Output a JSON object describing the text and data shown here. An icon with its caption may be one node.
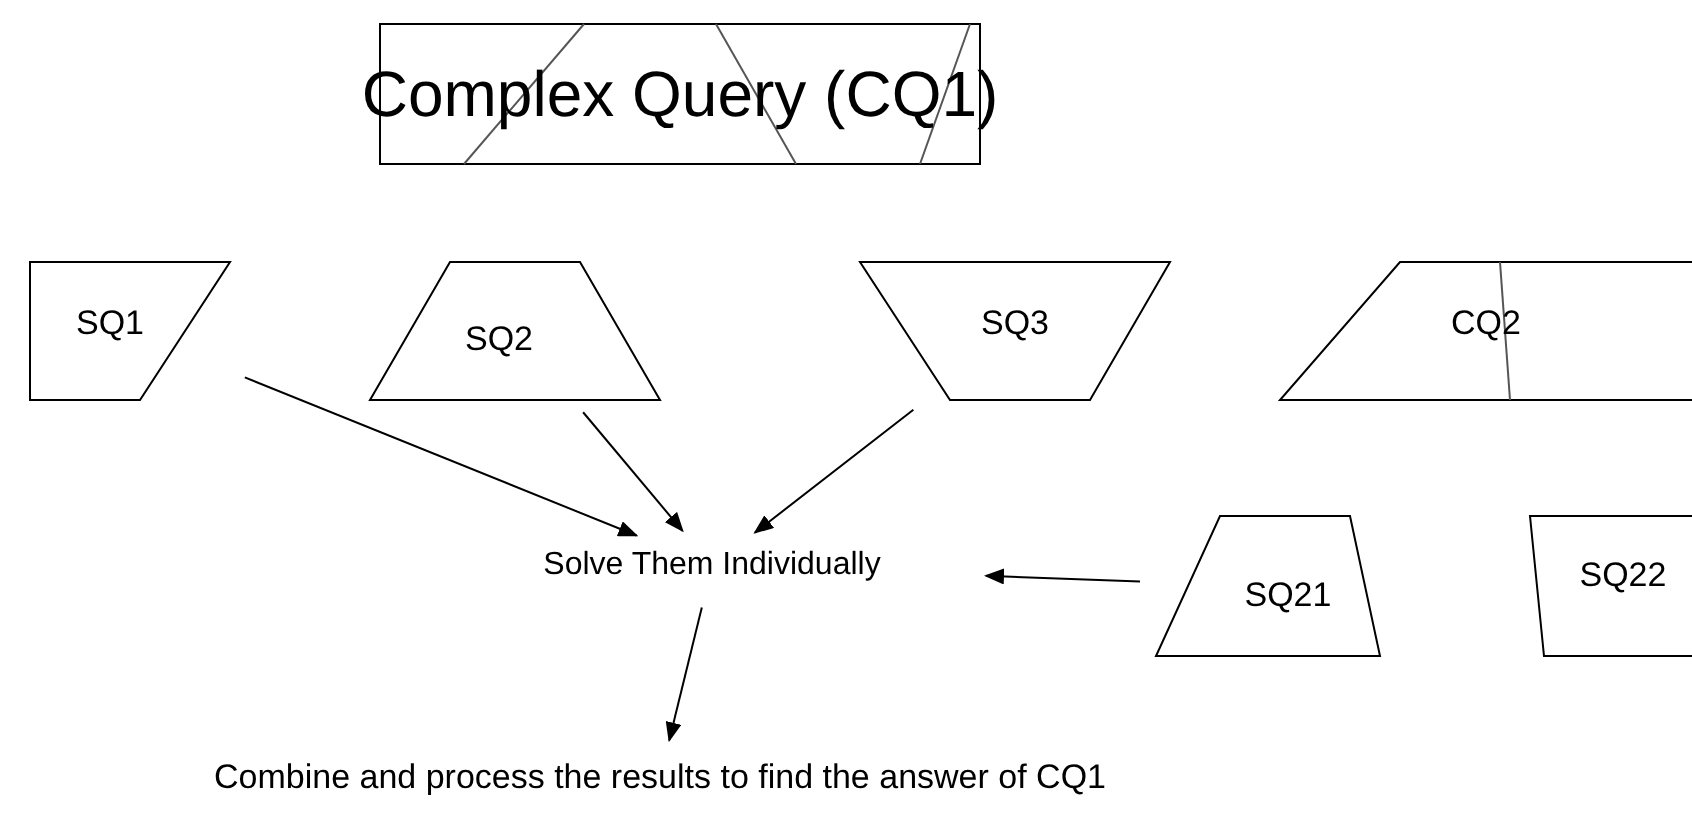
{
  "diagram": {
    "nodes": [
      {
        "text": [
          "Complex Query (CQ1)"
        ]
      },
      {
        "text": [
          "SQ1"
        ]
      },
      {
        "text": [
          "SQ2"
        ]
      },
      {
        "text": [
          "SQ3"
        ]
      },
      {
        "text": [
          "CQ2"
        ]
      },
      {
        "text": [
          "Solve Them Individually"
        ]
      },
      {
        "text": [
          "SQ21"
        ]
      },
      {
        "text": [
          "SQ22"
        ]
      },
      {
        "text": [
          "Combine and process the results to find the answer of CQ1"
        ]
      }
    ],
    "edges": [
      {
        "from": 1,
        "to": 5,
        "arrow": "to"
      },
      {
        "from": 2,
        "to": 5,
        "arrow": "to"
      },
      {
        "from": 3,
        "to": 5,
        "arrow": "to"
      },
      {
        "from": 6,
        "to": 5,
        "arrow": "to"
      },
      {
        "from": 5,
        "to": 8,
        "arrow": "to"
      }
    ]
  }
}
